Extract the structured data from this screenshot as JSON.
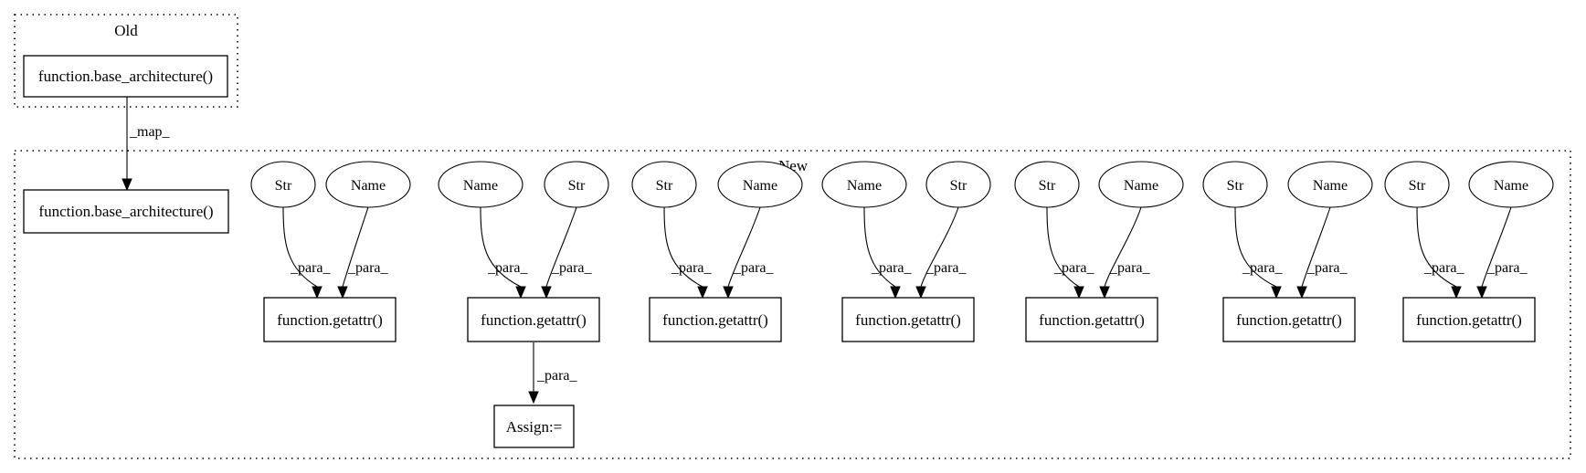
{
  "clusters": {
    "old": {
      "label": "Old"
    },
    "new": {
      "label": "New"
    }
  },
  "nodes": {
    "old_base_arch": "function.base_architecture()",
    "new_base_arch": "function.base_architecture()",
    "assign": "Assign:=",
    "getattr": "function.getattr()",
    "str": "Str",
    "name": "Name"
  },
  "edges": {
    "map": "_map_",
    "para": "_para_"
  },
  "groups": [
    {
      "left": "Str",
      "right": "Name"
    },
    {
      "left": "Name",
      "right": "Str"
    },
    {
      "left": "Str",
      "right": "Name"
    },
    {
      "left": "Name",
      "right": "Str"
    },
    {
      "left": "Str",
      "right": "Name"
    },
    {
      "left": "Str",
      "right": "Name"
    },
    {
      "left": "Str",
      "right": "Name"
    }
  ]
}
